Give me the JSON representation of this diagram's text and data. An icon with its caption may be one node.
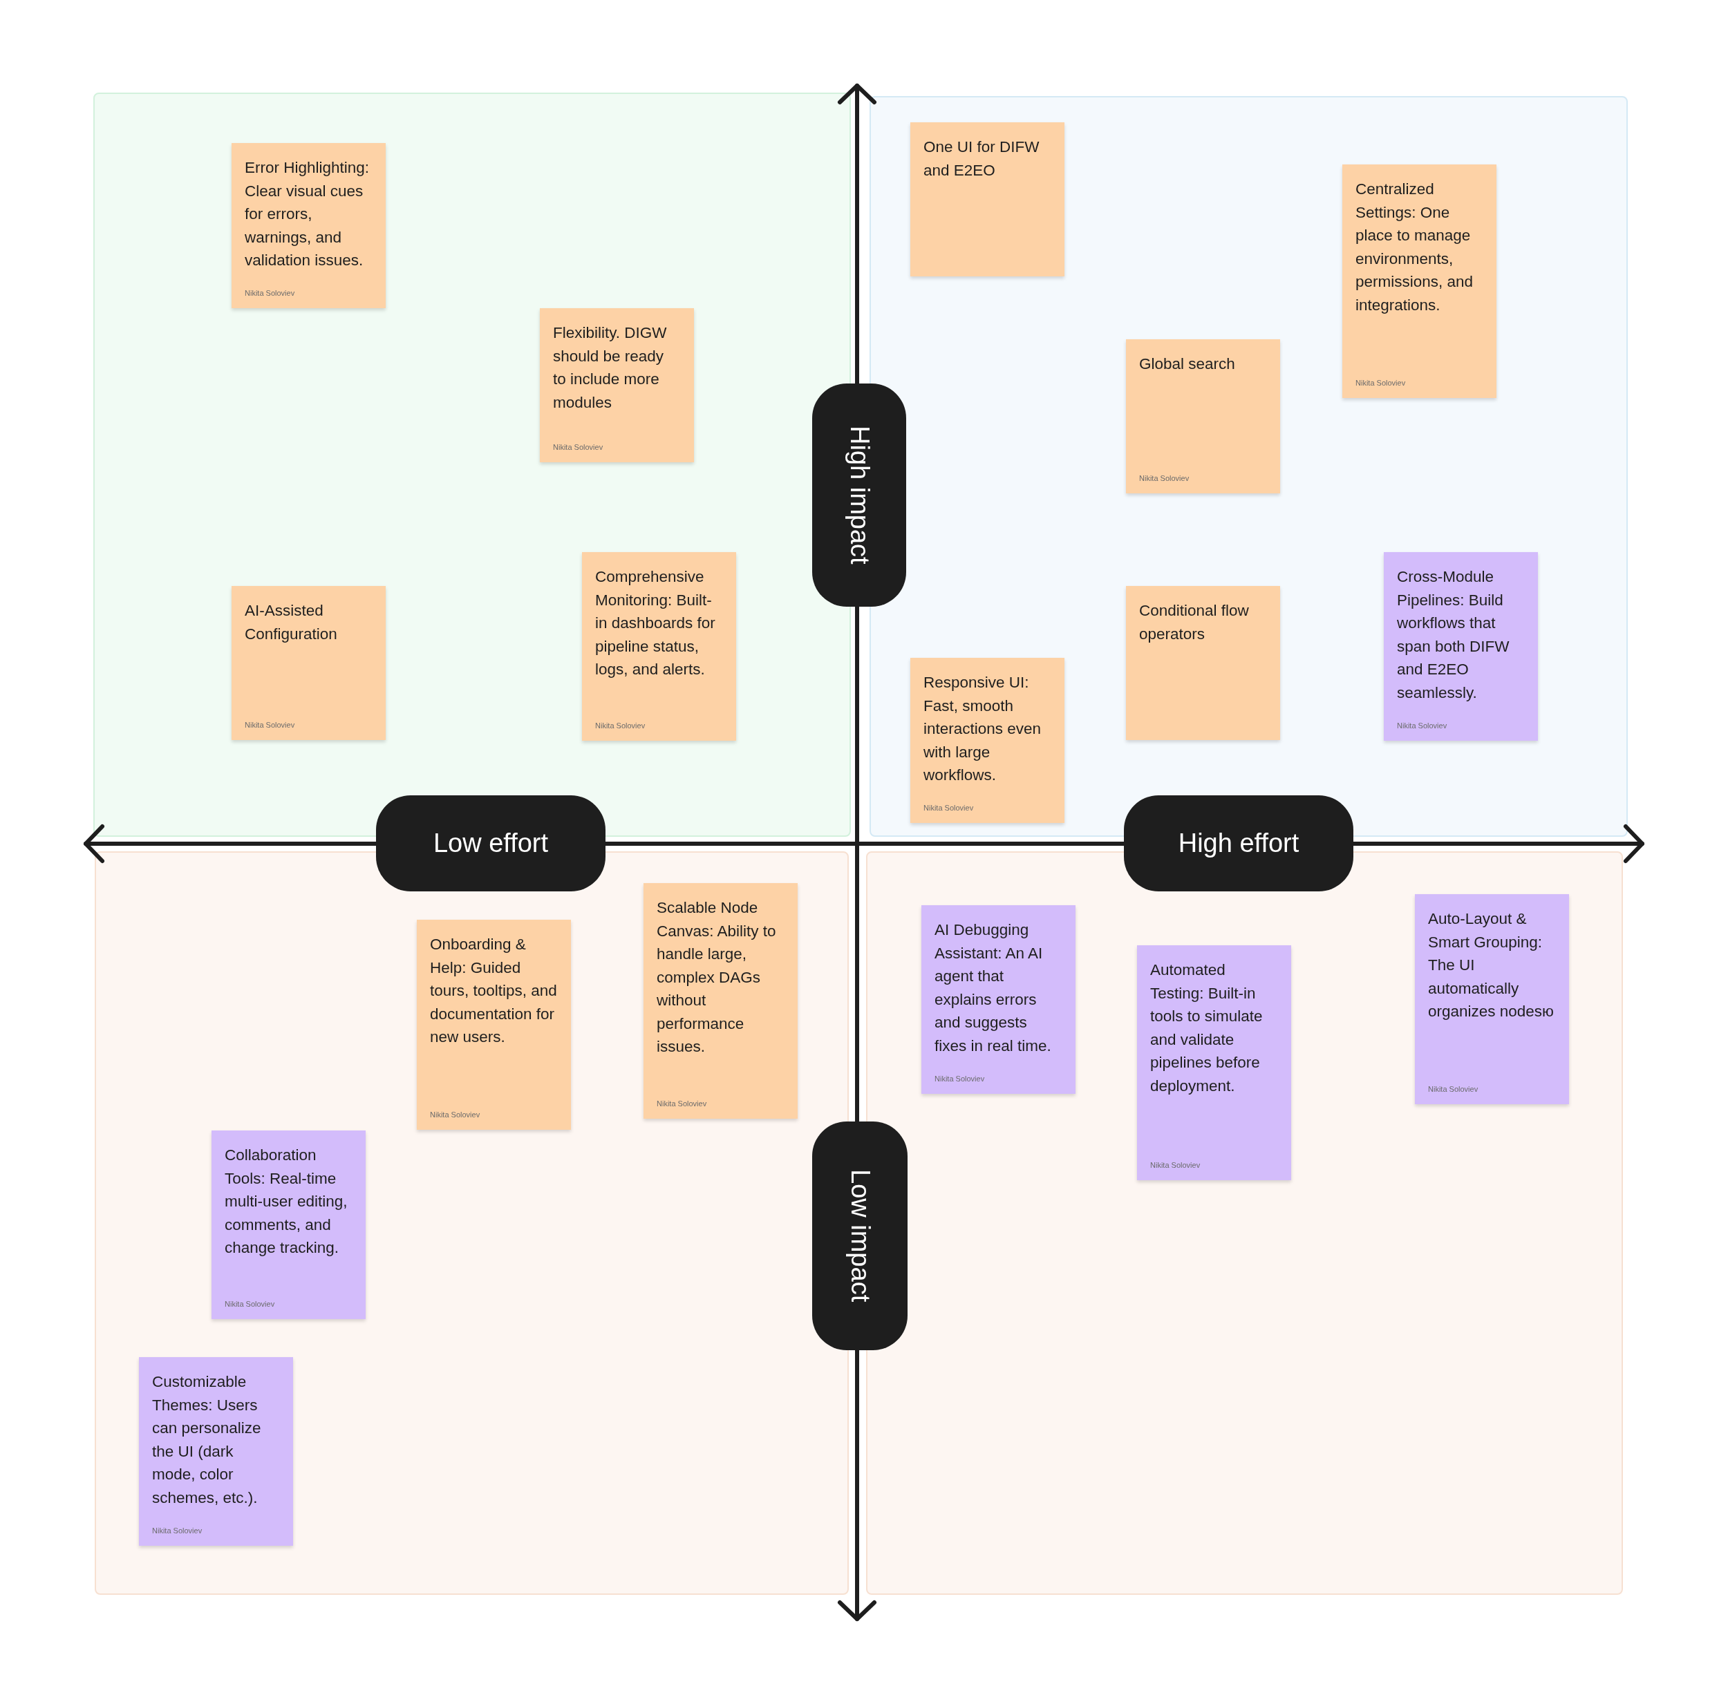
{
  "diagram": {
    "nodes": [
      {
        "text": [
          "High impact"
        ]
      },
      {
        "text": [
          "Low effort"
        ]
      },
      {
        "text": [
          "High effort"
        ]
      },
      {
        "text": [
          "Low impact"
        ]
      },
      {
        "text": [
          "Error Highlighting: Clear visual cues for errors, warnings, and validation issues.",
          "Nikita Soloviev"
        ]
      },
      {
        "text": [
          "Flexibility. DIGW should be ready to include more modules",
          "Nikita Soloviev"
        ]
      },
      {
        "text": [
          "AI-Assisted Configuration",
          "Nikita Soloviev"
        ]
      },
      {
        "text": [
          "Comprehensive Monitoring: Built-in dashboards for pipeline status, logs, and alerts.",
          "Nikita Soloviev"
        ]
      },
      {
        "text": [
          "One UI for DIFW and E2EO"
        ]
      },
      {
        "text": [
          "Centralized Settings: One place to manage environments, permissions, and integrations.",
          "Nikita Soloviev"
        ]
      },
      {
        "text": [
          "Global search",
          "Nikita Soloviev"
        ]
      },
      {
        "text": [
          "Conditional flow operators"
        ]
      },
      {
        "text": [
          "Cross-Module Pipelines: Build workflows that span both DIFW and E2EO seamlessly.",
          "Nikita Soloviev"
        ]
      },
      {
        "text": [
          "Responsive UI: Fast, smooth interactions even with large workflows.",
          "Nikita Soloviev"
        ]
      },
      {
        "text": [
          "Onboarding & Help: Guided tours, tooltips, and documentation for new users.",
          "Nikita Soloviev"
        ]
      },
      {
        "text": [
          "Scalable Node Canvas: Ability to handle large, complex DAGs without performance issues.",
          "Nikita Soloviev"
        ]
      },
      {
        "text": [
          "AI Debugging Assistant: An AI agent that explains errors and suggests fixes in real time.",
          "Nikita Soloviev"
        ]
      },
      {
        "text": [
          "Automated Testing: Built-in tools to simulate and validate pipelines before deployment.",
          "Nikita Soloviev"
        ]
      },
      {
        "text": [
          "Auto-Layout & Smart Grouping: The UI automatically organizes nodesю",
          "Nikita Soloviev"
        ]
      },
      {
        "text": [
          "Collaboration Tools: Real-time multi-user editing, comments, and change tracking.",
          "Nikita Soloviev"
        ]
      },
      {
        "text": [
          "Customizable Themes: Users can personalize the UI (dark mode, color schemes, etc.).",
          "Nikita Soloviev"
        ]
      }
    ],
    "edges": []
  }
}
